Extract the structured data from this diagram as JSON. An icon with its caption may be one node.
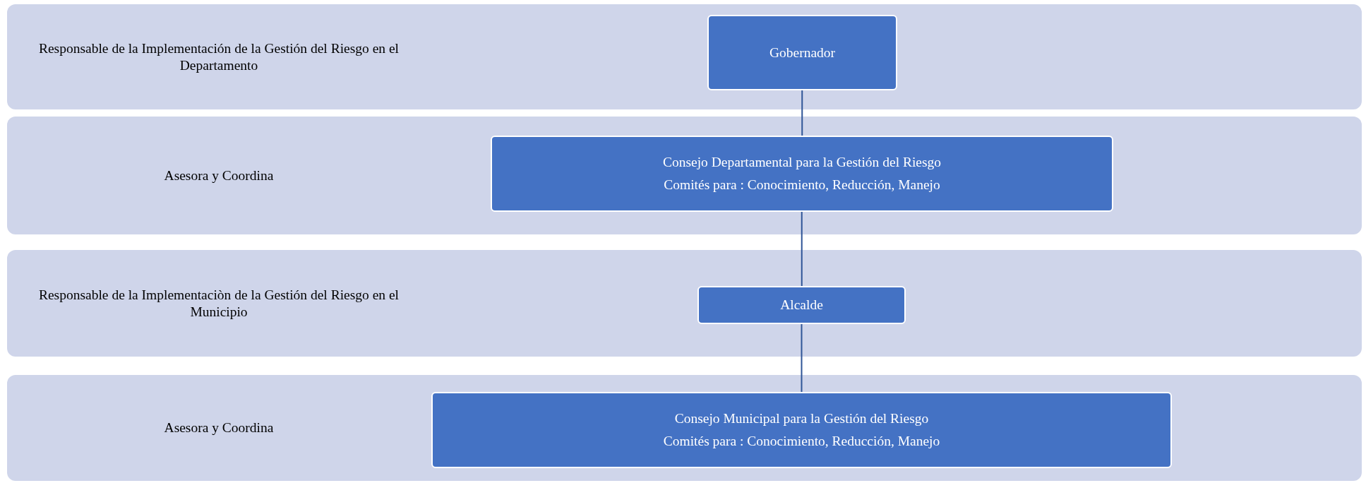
{
  "diagram": {
    "nodes": [
      {
        "text": [
          "Responsable de la Implementación de la Gestión del Riesgo en el Departamento"
        ]
      },
      {
        "text": [
          "Gobernador"
        ],
        "in": 0
      },
      {
        "text": [
          "Asesora y Coordina"
        ]
      },
      {
        "text": [
          "Consejo Departamental para la Gestión del Riesgo",
          "Comités para : Conocimiento, Reducción, Manejo"
        ],
        "in": 2
      },
      {
        "text": [
          "Responsable de la Implementaciòn de la Gestión del Riesgo en el Municipio"
        ]
      },
      {
        "text": [
          "Alcalde"
        ],
        "in": 4
      },
      {
        "text": [
          "Asesora y Coordina"
        ]
      },
      {
        "text": [
          "Consejo Municipal para la Gestión del Riesgo",
          "Comités para : Conocimiento, Reducción, Manejo"
        ],
        "in": 6
      }
    ],
    "edges": [
      {
        "from": 1,
        "to": 3,
        "arrow": "none"
      },
      {
        "from": 3,
        "to": 5,
        "arrow": "none"
      },
      {
        "from": 5,
        "to": 7,
        "arrow": "none"
      }
    ]
  }
}
